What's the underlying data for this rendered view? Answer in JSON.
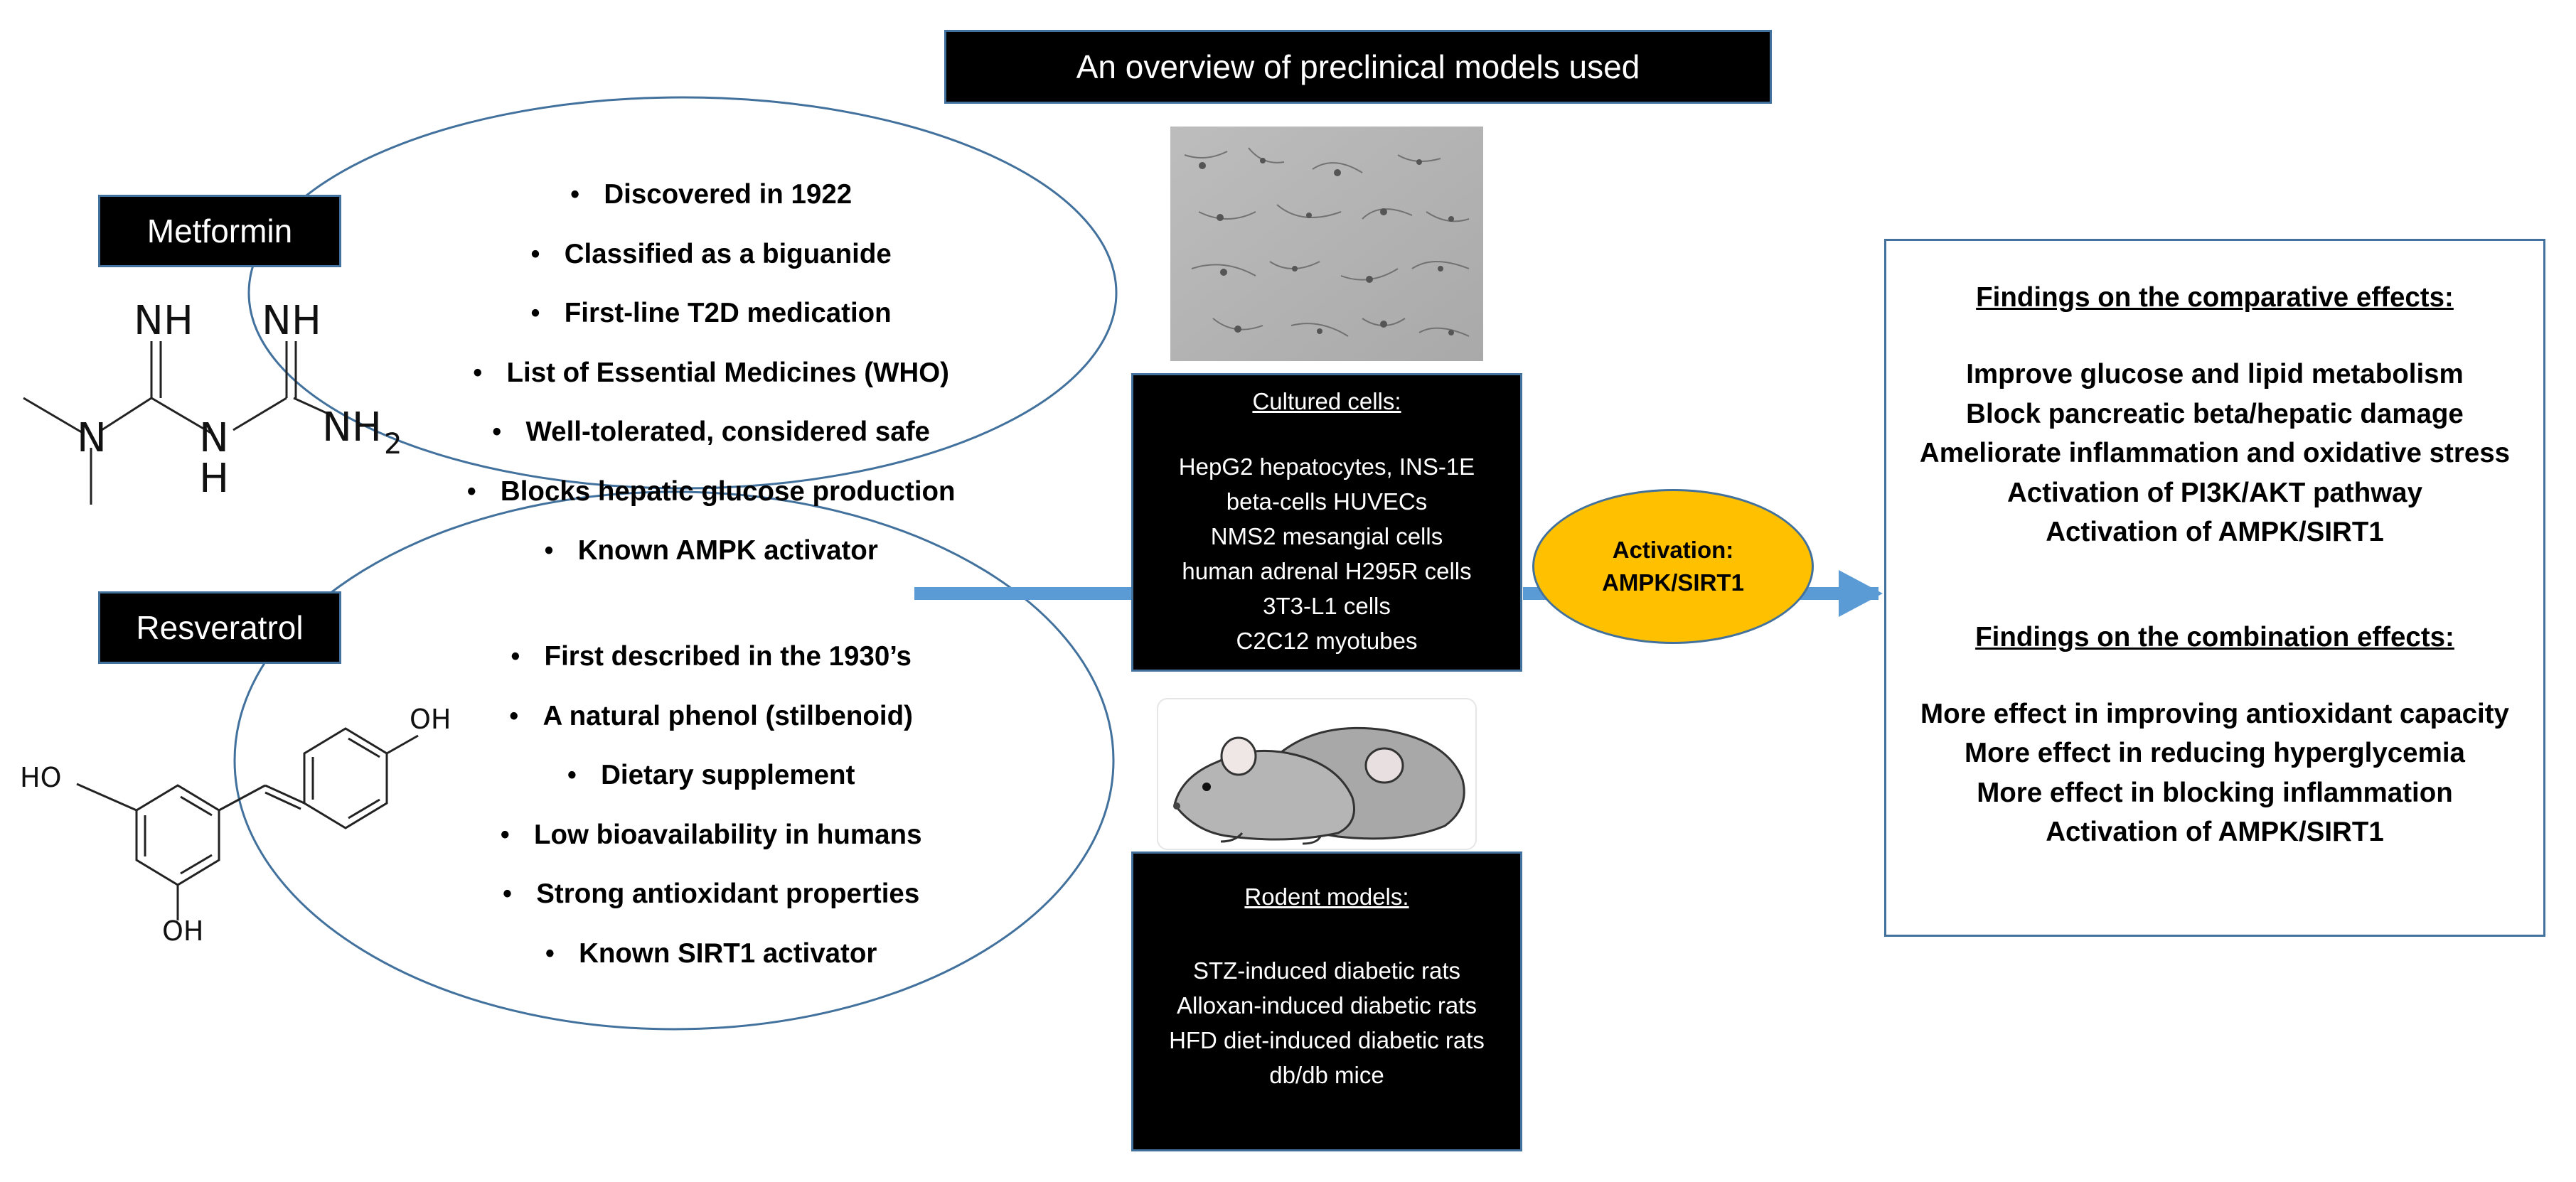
{
  "title": "An overview of preclinical models used",
  "metformin": {
    "label": "Metformin",
    "structure_labels": {
      "nh_top_left": "NH",
      "nh_top_right": "NH",
      "n_left": "N",
      "n_mid": "N",
      "h_mid": "H",
      "nh2": "NH",
      "nh2_sub": "2"
    },
    "bullets": [
      "Discovered in 1922",
      "Classified as a biguanide",
      "First-line T2D medication",
      "List of Essential Medicines (WHO)",
      "Well-tolerated, considered safe",
      "Blocks hepatic glucose production",
      "Known AMPK activator"
    ]
  },
  "resveratrol": {
    "label": "Resveratrol",
    "structure_labels": {
      "oh_top": "OH",
      "ho_left": "HO",
      "oh_bottom": "OH"
    },
    "bullets": [
      "First described in the 1930’s",
      "A natural phenol (stilbenoid)",
      "Dietary supplement",
      "Low bioavailability in humans",
      "Strong antioxidant properties",
      "Known SIRT1 activator"
    ]
  },
  "cultured_cells": {
    "heading": "Cultured cells:",
    "lines": [
      "HepG2 hepatocytes, INS-1E",
      "beta-cells HUVECs",
      "NMS2 mesangial cells",
      "human adrenal H295R cells",
      "3T3-L1 cells",
      "C2C12 myotubes"
    ]
  },
  "rodent_models": {
    "heading": "Rodent models:",
    "lines": [
      "STZ-induced diabetic rats",
      "Alloxan-induced diabetic rats",
      "HFD diet-induced diabetic rats",
      "db/db mice"
    ]
  },
  "activation": {
    "line1": "Activation:",
    "line2": "AMPK/SIRT1"
  },
  "findings": {
    "comparative_heading": "Findings on the comparative effects:",
    "comparative": [
      "Improve glucose and lipid metabolism",
      "Block pancreatic beta/hepatic damage",
      "Ameliorate inflammation and oxidative stress",
      "Activation of PI3K/AKT pathway",
      "Activation of AMPK/SIRT1"
    ],
    "combination_heading": "Findings on the combination effects:",
    "combination": [
      "More effect in improving antioxidant capacity",
      "More effect in reducing hyperglycemia",
      "More effect in blocking inflammation",
      "Activation of AMPK/SIRT1"
    ]
  },
  "colors": {
    "outline_blue": "#41719c",
    "arrow_blue": "#5b9bd5",
    "activation_fill": "#ffc000",
    "box_black": "#000000"
  },
  "icons": {
    "cells_photo": "microscopy-photo",
    "rats_photo": "rodents-illustration",
    "arrow": "right-arrow"
  }
}
